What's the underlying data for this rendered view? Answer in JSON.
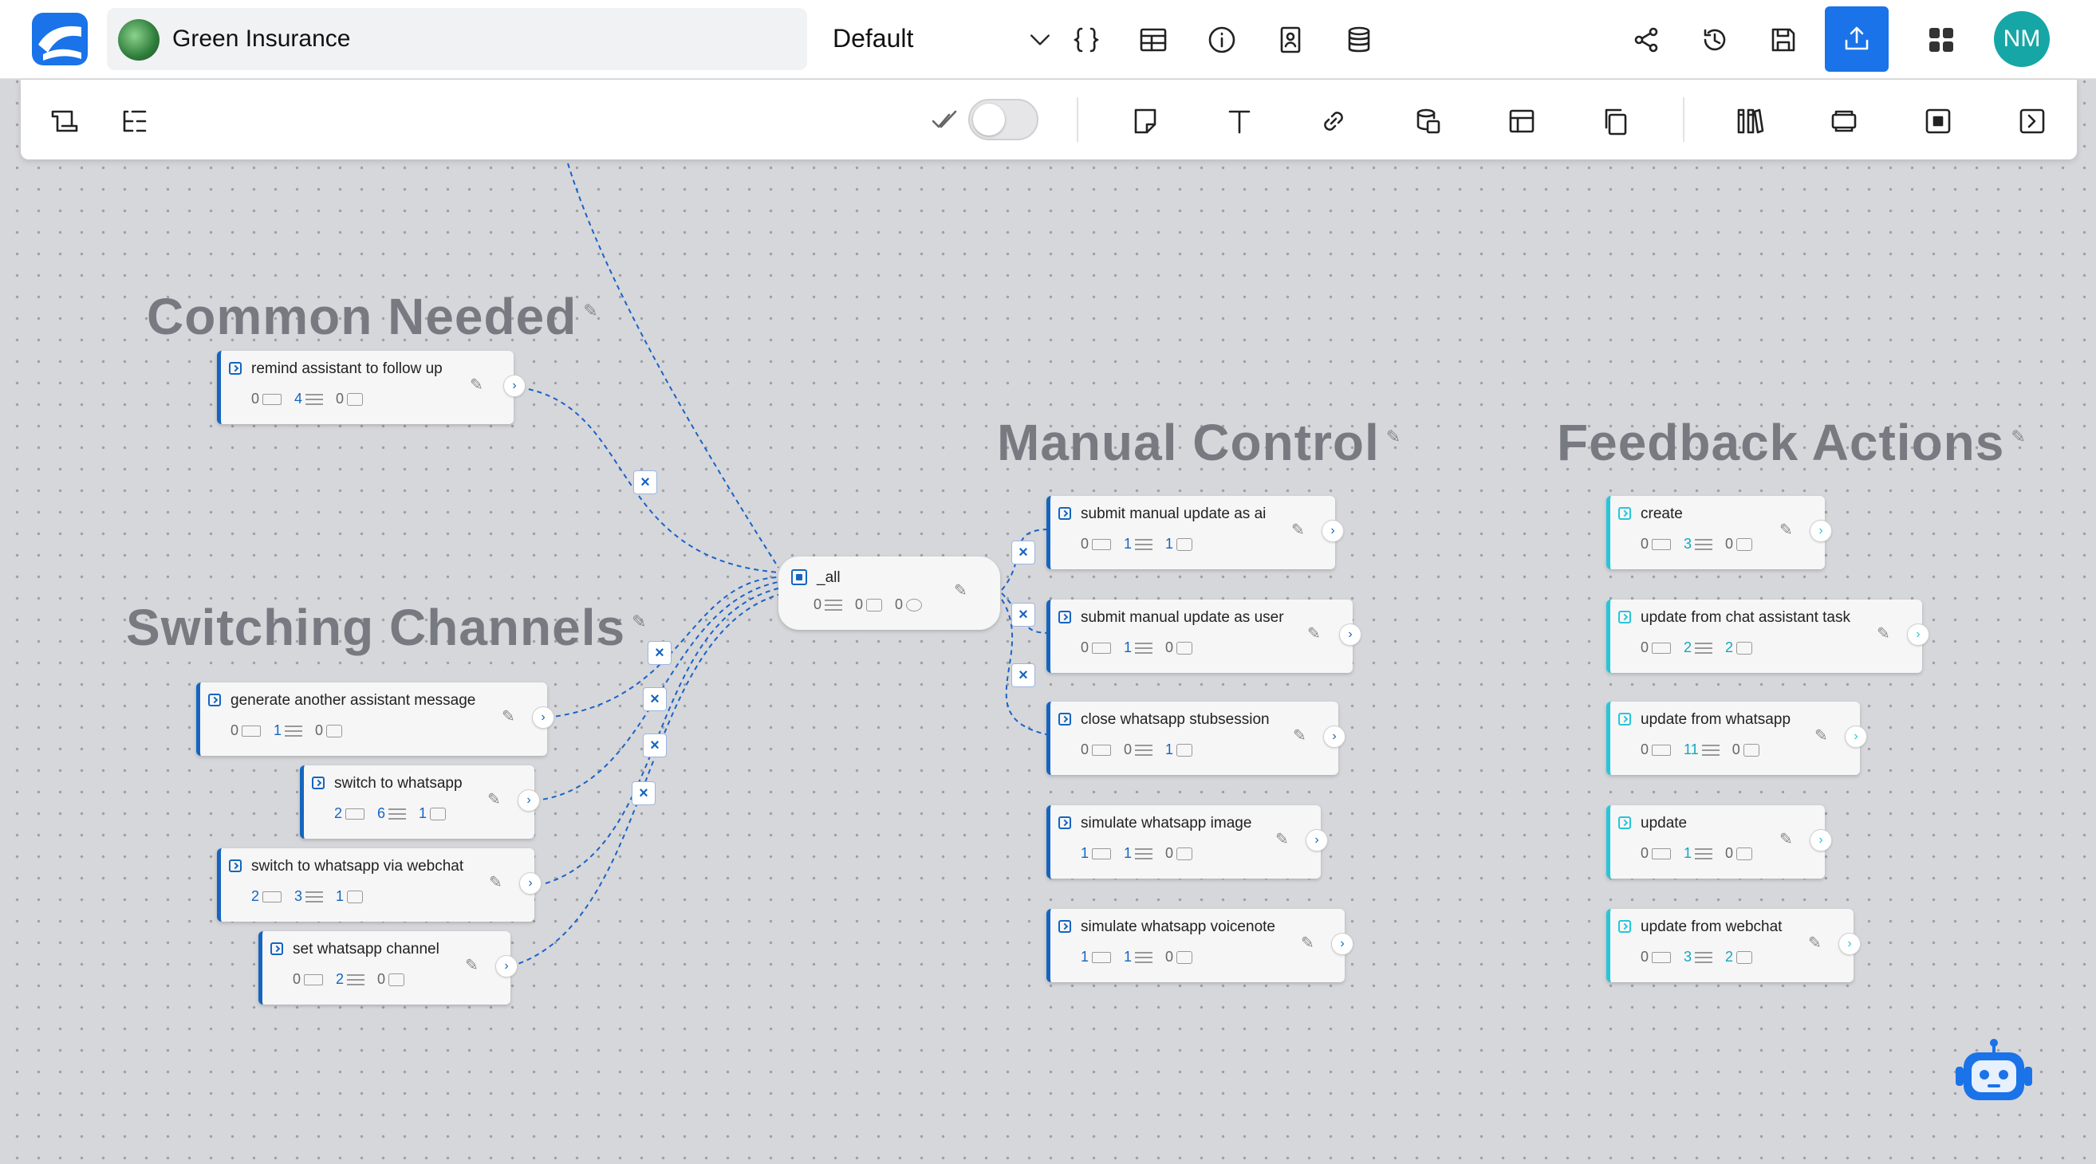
{
  "header": {
    "project_name": "Green Insurance",
    "variant": "Default",
    "avatar_initials": "NM",
    "icons": [
      "code-braces-icon",
      "table-icon",
      "info-icon",
      "id-card-icon",
      "database-icon",
      "share-icon",
      "history-icon",
      "save-icon",
      "export-icon",
      "apps-icon"
    ]
  },
  "toolbar": {
    "icons": [
      "flows-icon",
      "outline-icon",
      "check-icon",
      "note-icon",
      "text-icon",
      "link-icon",
      "data-icon",
      "panel-icon",
      "clipboard-icon",
      "library-icon",
      "component-icon",
      "start-icon",
      "exit-icon"
    ],
    "toggle_on": false
  },
  "groups": {
    "common": "Common Needed",
    "switching": "Switching Channels",
    "manual": "Manual Control",
    "feedback": "Feedback Actions"
  },
  "blocks": {
    "remind": {
      "title": "remind assistant to follow up",
      "a": "0",
      "b": "4",
      "c": "0"
    },
    "all": {
      "title": "_all",
      "a": "0",
      "b": "0",
      "c": "0"
    },
    "generate": {
      "title": "generate another assistant message",
      "a": "0",
      "b": "1",
      "c": "0"
    },
    "switch_whatsapp": {
      "title": "switch to whatsapp",
      "a": "2",
      "b": "6",
      "c": "1"
    },
    "switch_webchat": {
      "title": "switch to whatsapp via webchat",
      "a": "2",
      "b": "3",
      "c": "1"
    },
    "set_channel": {
      "title": "set whatsapp channel",
      "a": "0",
      "b": "2",
      "c": "0"
    },
    "submit_ai": {
      "title": "submit manual update as ai",
      "a": "0",
      "b": "1",
      "c": "1"
    },
    "submit_user": {
      "title": "submit manual update as user",
      "a": "0",
      "b": "1",
      "c": "0"
    },
    "close_sub": {
      "title": "close whatsapp stubsession",
      "a": "0",
      "b": "0",
      "c": "1"
    },
    "sim_image": {
      "title": "simulate whatsapp image",
      "a": "1",
      "b": "1",
      "c": "0"
    },
    "sim_voice": {
      "title": "simulate whatsapp voicenote",
      "a": "1",
      "b": "1",
      "c": "0"
    },
    "create": {
      "title": "create",
      "a": "0",
      "b": "3",
      "c": "0"
    },
    "upd_chat": {
      "title": "update from chat assistant task",
      "a": "0",
      "b": "2",
      "c": "2"
    },
    "upd_whatsapp": {
      "title": "update from whatsapp",
      "a": "0",
      "b": "11",
      "c": "0"
    },
    "update": {
      "title": "update",
      "a": "0",
      "b": "1",
      "c": "0"
    },
    "upd_webchat": {
      "title": "update from webchat",
      "a": "0",
      "b": "3",
      "c": "2"
    }
  },
  "colors": {
    "accent": "#1a73e8",
    "block_border": "#1565c0",
    "feedback_border": "#26c6da",
    "canvas": "#d6d7da"
  }
}
